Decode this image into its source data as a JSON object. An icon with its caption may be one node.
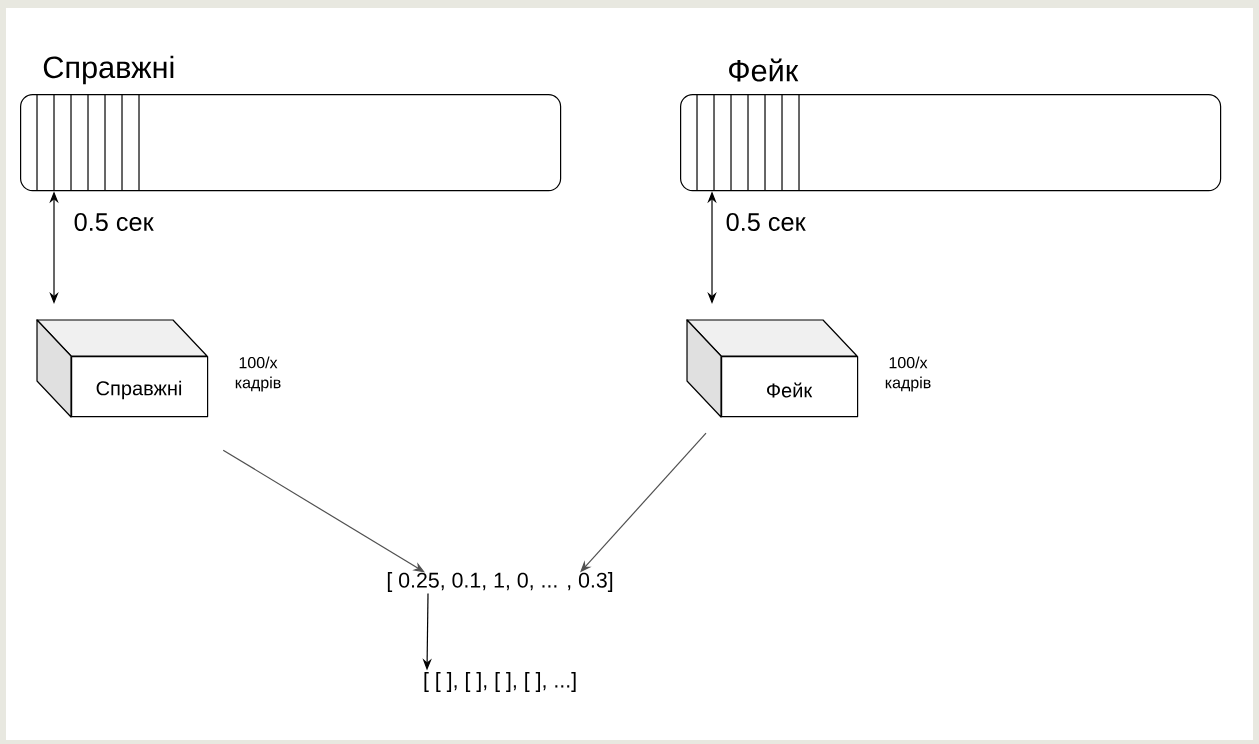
{
  "diagram": {
    "nodes": [
      {
        "text": [
          "Справжні"
        ]
      },
      {
        "text": [
          "Фейк"
        ]
      },
      {
        "text": [
          "Справжні"
        ],
        "beside": [
          "100/x кадрів"
        ]
      },
      {
        "text": [
          "Фейк"
        ],
        "beside": [
          "100/x кадрів"
        ]
      },
      {
        "text": [
          "[ 0.25, 0.1, 1, 0, ... , 0.3]"
        ]
      },
      {
        "text": [
          "[ [ ], [ ], [ ], [ ], ...]"
        ]
      }
    ],
    "edges": [
      {
        "from": 0,
        "to": 2,
        "arrow": "both",
        "label": "0.5 сек"
      },
      {
        "from": 1,
        "to": 3,
        "arrow": "both",
        "label": "0.5 сек"
      },
      {
        "from": 2,
        "to": 4,
        "arrow": "to",
        "color": "#505050"
      },
      {
        "from": 3,
        "to": 4,
        "arrow": "to",
        "color": "#505050"
      },
      {
        "from": 4,
        "to": 5,
        "arrow": "to"
      }
    ]
  }
}
